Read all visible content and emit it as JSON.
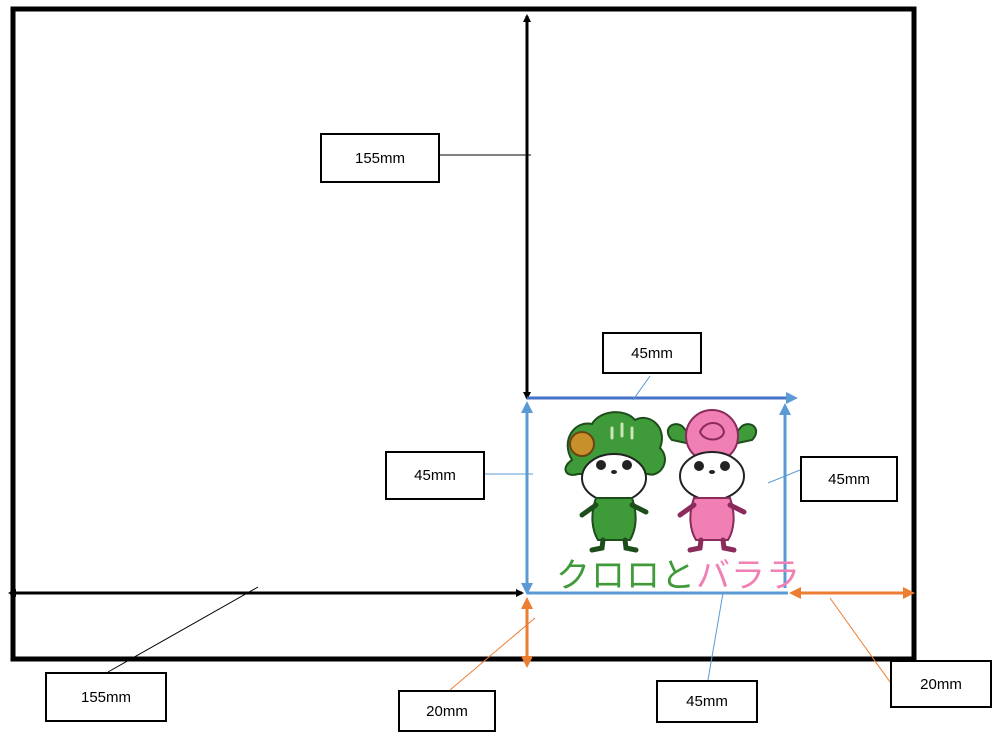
{
  "labels": {
    "top_height": "155mm",
    "logo_width_top": "45mm",
    "logo_height_left": "45mm",
    "logo_height_right": "45mm",
    "bottom_width": "155mm",
    "bottom_margin": "20mm",
    "logo_width_bottom": "45mm",
    "right_margin": "20mm"
  },
  "logo": {
    "part1": "クロロ",
    "part2": "と",
    "part3": "バララ"
  },
  "colors": {
    "frame": "#000000",
    "logo_area": "#5b9bd5",
    "margin_arrows": "#ed7d31",
    "kuroro_green": "#3f9a3a",
    "barara_pink": "#f07fb4"
  }
}
